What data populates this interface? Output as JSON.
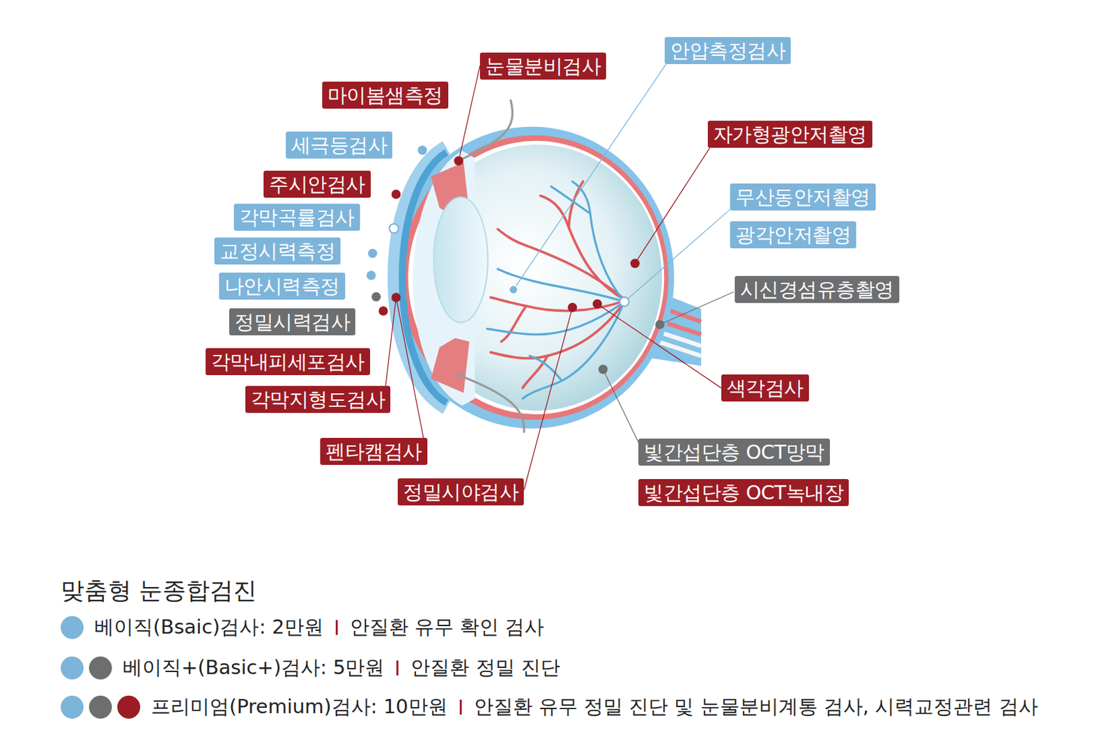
{
  "diagram": {
    "title": "맞춤형 눈종합검진",
    "nodes": [
      {
        "text": [
          "눈물분비검사"
        ]
      },
      {
        "text": [
          "안압측정검사"
        ]
      },
      {
        "text": [
          "마이봄샘측정"
        ]
      },
      {
        "text": [
          "자가형광안저촬영"
        ]
      },
      {
        "text": [
          "세극등검사"
        ]
      },
      {
        "text": [
          "주시안검사"
        ]
      },
      {
        "text": [
          "무산동안저촬영"
        ]
      },
      {
        "text": [
          "각막곡률검사"
        ]
      },
      {
        "text": [
          "광각안저촬영"
        ]
      },
      {
        "text": [
          "교정시력측정"
        ]
      },
      {
        "text": [
          "나안시력측정"
        ]
      },
      {
        "text": [
          "시신경섬유층촬영"
        ]
      },
      {
        "text": [
          "정밀시력검사"
        ]
      },
      {
        "text": [
          "각막내피세포검사"
        ]
      },
      {
        "text": [
          "색각검사"
        ]
      },
      {
        "text": [
          "각막지형도검사"
        ]
      },
      {
        "text": [
          "펜타캠검사"
        ]
      },
      {
        "text": [
          "빛간섭단층 OCT망막"
        ]
      },
      {
        "text": [
          "정밀시야검사"
        ]
      },
      {
        "text": [
          "빛간섭단층 OCT녹내장"
        ]
      }
    ],
    "labels": [
      "안질환 유무 확인 검사",
      "안질환 정밀 진단",
      "안질환 유무 정밀 진단 및 눈물분비계통 검사, 시력교정관련 검사"
    ],
    "legend": [
      {
        "text": "베이직(Bsaic)검사: 2만원",
        "color": "#7db4da"
      },
      {
        "text": "베이직+(Basic+)검사: 5만원",
        "color": "#6d6e70"
      },
      {
        "text": "프리미엄(Premium)검사: 10만원",
        "color": "#9b1c24"
      }
    ]
  }
}
